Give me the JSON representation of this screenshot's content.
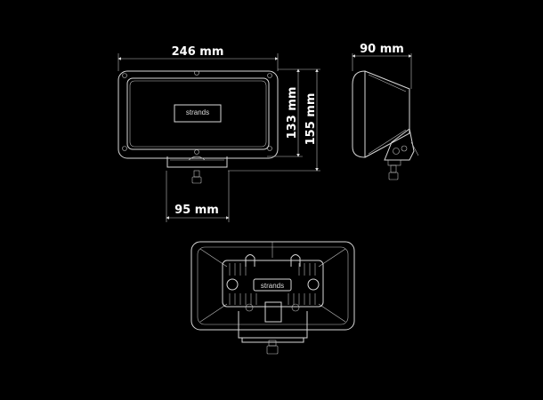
{
  "dimensions": {
    "width": "246 mm",
    "lens_height": "133 mm",
    "total_height": "155 mm",
    "depth": "90 mm",
    "bracket_width": "95 mm"
  },
  "brand": {
    "logo_text": "strands"
  },
  "colors": {
    "background": "#000000",
    "lines": "#d8d8d8",
    "text": "#ffffff"
  }
}
